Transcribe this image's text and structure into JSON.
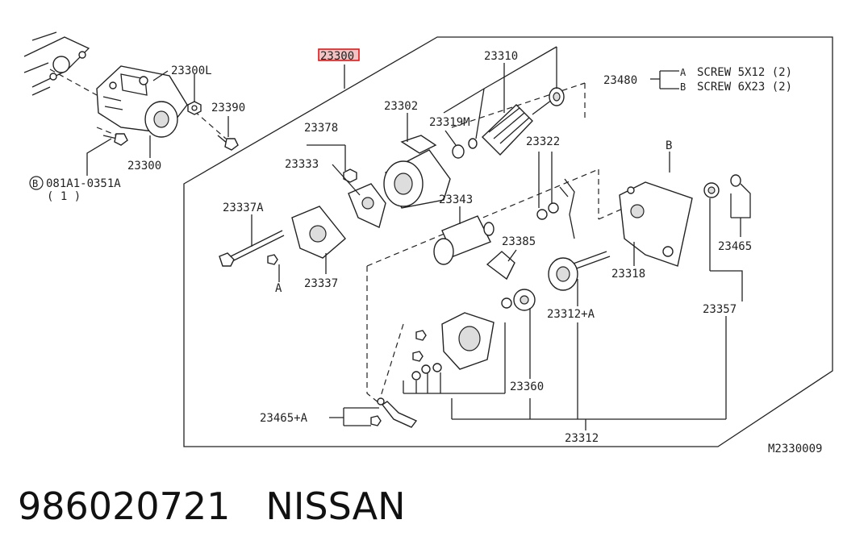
{
  "diagram": {
    "figure_code": "M2330009",
    "highlighted_part": "23300",
    "parts": {
      "p23300": "23300",
      "p23300L": "23300L",
      "p23390": "23390",
      "p23300b": "23300",
      "bolt_code": "081A1-0351A",
      "bolt_qty": "( 1 )",
      "bolt_marker": "B",
      "p23310": "23310",
      "p23302": "23302",
      "p23319M": "23319M",
      "p23378": "23378",
      "p23333": "23333",
      "p23322": "23322",
      "p23480": "23480",
      "screw_a_marker": "A",
      "screw_a": "SCREW 5X12 (2)",
      "screw_b_marker": "B",
      "screw_b": "SCREW 6X23 (2)",
      "callout_b": "B",
      "p23337A": "23337A",
      "p23343": "23343",
      "p23385": "23385",
      "p23318": "23318",
      "p23465": "23465",
      "callout_a": "A",
      "p23337": "23337",
      "p23312A": "23312+A",
      "p23357": "23357",
      "p23360": "23360",
      "p23465A": "23465+A",
      "p23312": "23312"
    }
  },
  "footer": {
    "part_number": "986020721",
    "brand": "NISSAN"
  }
}
